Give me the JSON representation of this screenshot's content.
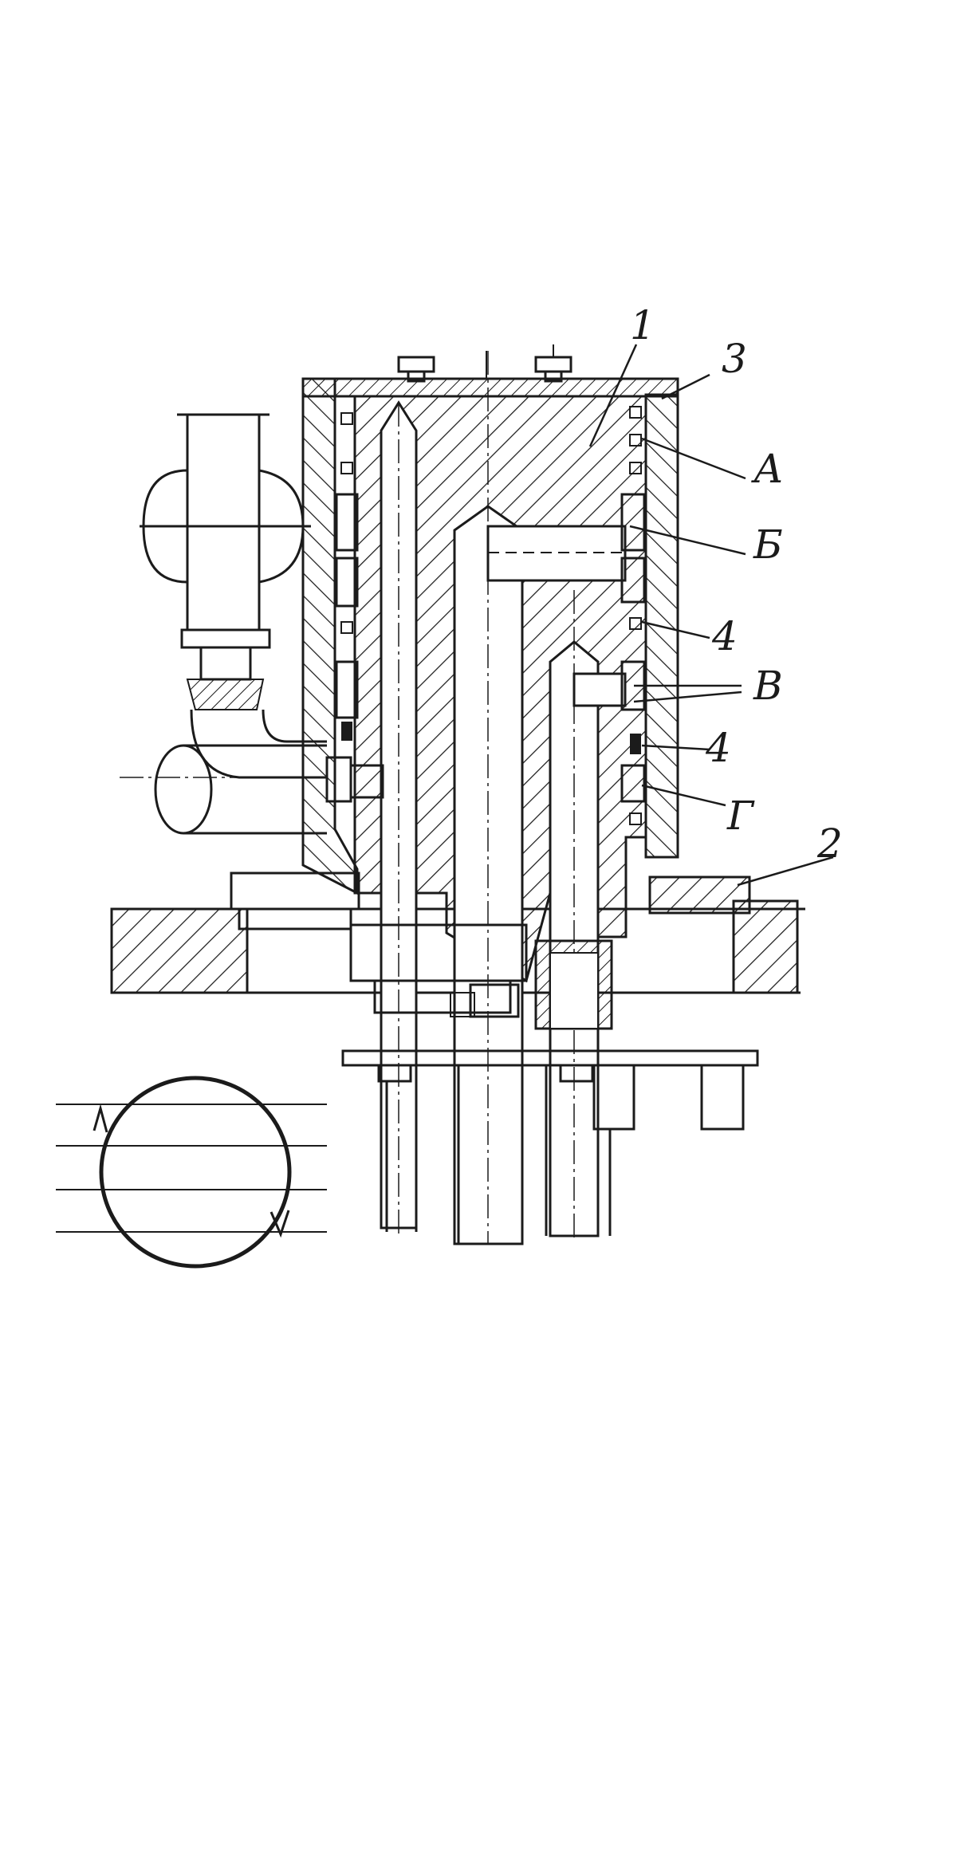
{
  "labels": {
    "part_1": "1",
    "part_2": "2",
    "part_3": "3",
    "part_4_upper": "4",
    "part_4_lower": "4",
    "channel_a": "А",
    "channel_b": "Б",
    "channel_v": "В",
    "channel_g": "Г"
  },
  "colors": {
    "ink": "#1b1b1b",
    "paper": "#ffffff"
  }
}
